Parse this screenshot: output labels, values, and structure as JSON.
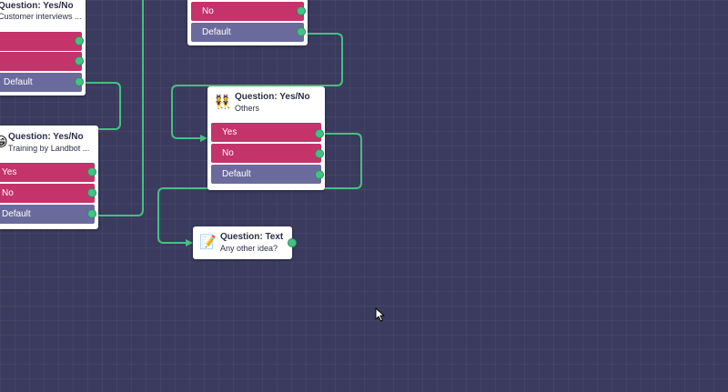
{
  "colors": {
    "canvas": "#3a3b5e",
    "connector": "#44c184",
    "option_answer": "#c4336a",
    "option_default": "#6a6b9c",
    "node_bg": "#ffffff"
  },
  "nodes": {
    "top_partial": {
      "options": [
        {
          "label": "No"
        },
        {
          "label": "Default"
        }
      ]
    },
    "customer_interviews": {
      "title": "Question: Yes/No",
      "subtitle": "Customer interviews ...",
      "icon": "question-icon",
      "options": [
        {
          "label": ""
        },
        {
          "label": ""
        },
        {
          "label": "Default"
        }
      ]
    },
    "training": {
      "title": "Question: Yes/No",
      "subtitle": "Training by Landbot ...",
      "icon": "face-icon",
      "options": [
        {
          "label": "Yes"
        },
        {
          "label": "No"
        },
        {
          "label": "Default"
        }
      ]
    },
    "others": {
      "title": "Question: Yes/No",
      "subtitle": "Others",
      "icon": "people-icon",
      "options": [
        {
          "label": "Yes"
        },
        {
          "label": "No"
        },
        {
          "label": "Default"
        }
      ]
    },
    "text_question": {
      "title": "Question: Text",
      "subtitle": "Any other idea?",
      "icon": "memo-icon"
    }
  }
}
